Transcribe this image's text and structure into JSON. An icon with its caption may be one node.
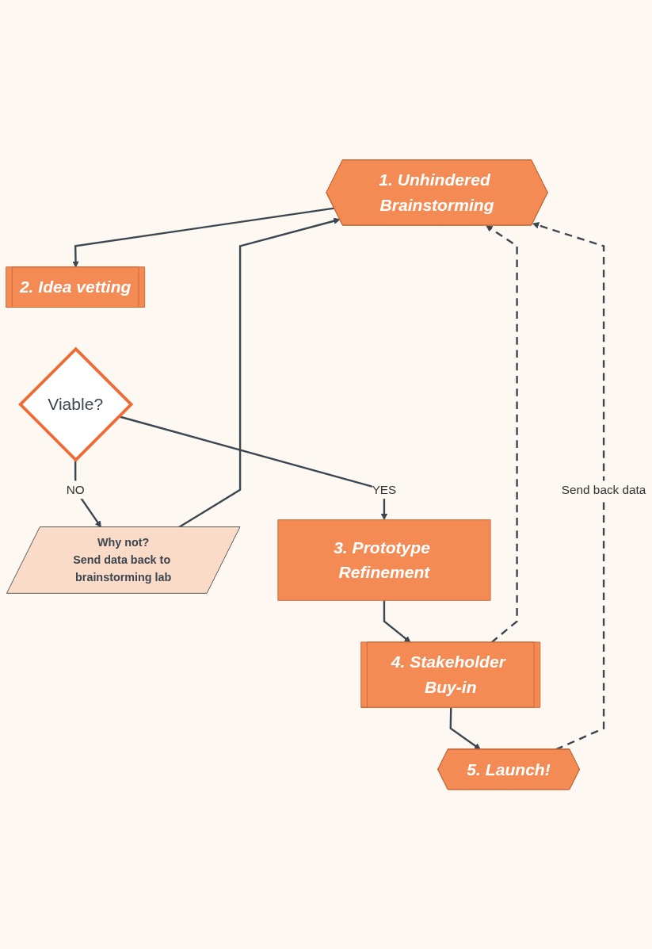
{
  "diagram": {
    "nodes": [
      {
        "text": [
          "1. Unhindered Brainstorming"
        ]
      },
      {
        "text": [
          "2. Idea vetting"
        ]
      },
      {
        "text": [
          "Viable?"
        ]
      },
      {
        "text": [
          "Why not?",
          "Send data back to brainstorming lab"
        ]
      },
      {
        "text": [
          "3. Prototype Refinement"
        ]
      },
      {
        "text": [
          "4. Stakeholder Buy-in"
        ]
      },
      {
        "text": [
          "5. Launch!"
        ]
      }
    ],
    "edges": [
      {
        "from": 0,
        "to": 1,
        "arrow": "to"
      },
      {
        "from": 2,
        "to": 3,
        "label": "NO",
        "arrow": "to"
      },
      {
        "from": 2,
        "to": 4,
        "label": "YES",
        "arrow": "to"
      },
      {
        "from": 3,
        "to": 0,
        "arrow": "to"
      },
      {
        "from": 4,
        "to": 5,
        "arrow": "to"
      },
      {
        "from": 5,
        "to": 6,
        "arrow": "to"
      },
      {
        "from": 5,
        "to": 0,
        "arrow": "to",
        "style": "dashed"
      },
      {
        "from": 6,
        "to": 0,
        "label": "Send back data",
        "arrow": "to",
        "style": "dashed"
      }
    ]
  }
}
